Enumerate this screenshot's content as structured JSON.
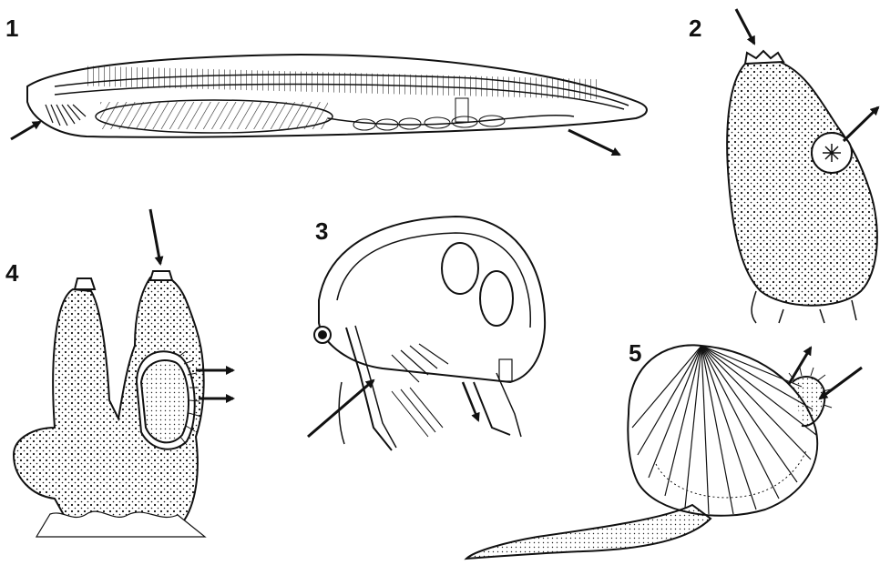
{
  "figure": {
    "labels": [
      "1",
      "2",
      "3",
      "4",
      "5"
    ],
    "ink_color": "#111111",
    "background_color": "#ffffff",
    "organisms": [
      {
        "label": "1",
        "icon": "lancelet-icon"
      },
      {
        "label": "2",
        "icon": "sea-squirt-icon"
      },
      {
        "label": "3",
        "icon": "ostracod-icon"
      },
      {
        "label": "4",
        "icon": "colonial-tunicate-icon"
      },
      {
        "label": "5",
        "icon": "bivalve-icon"
      }
    ]
  }
}
